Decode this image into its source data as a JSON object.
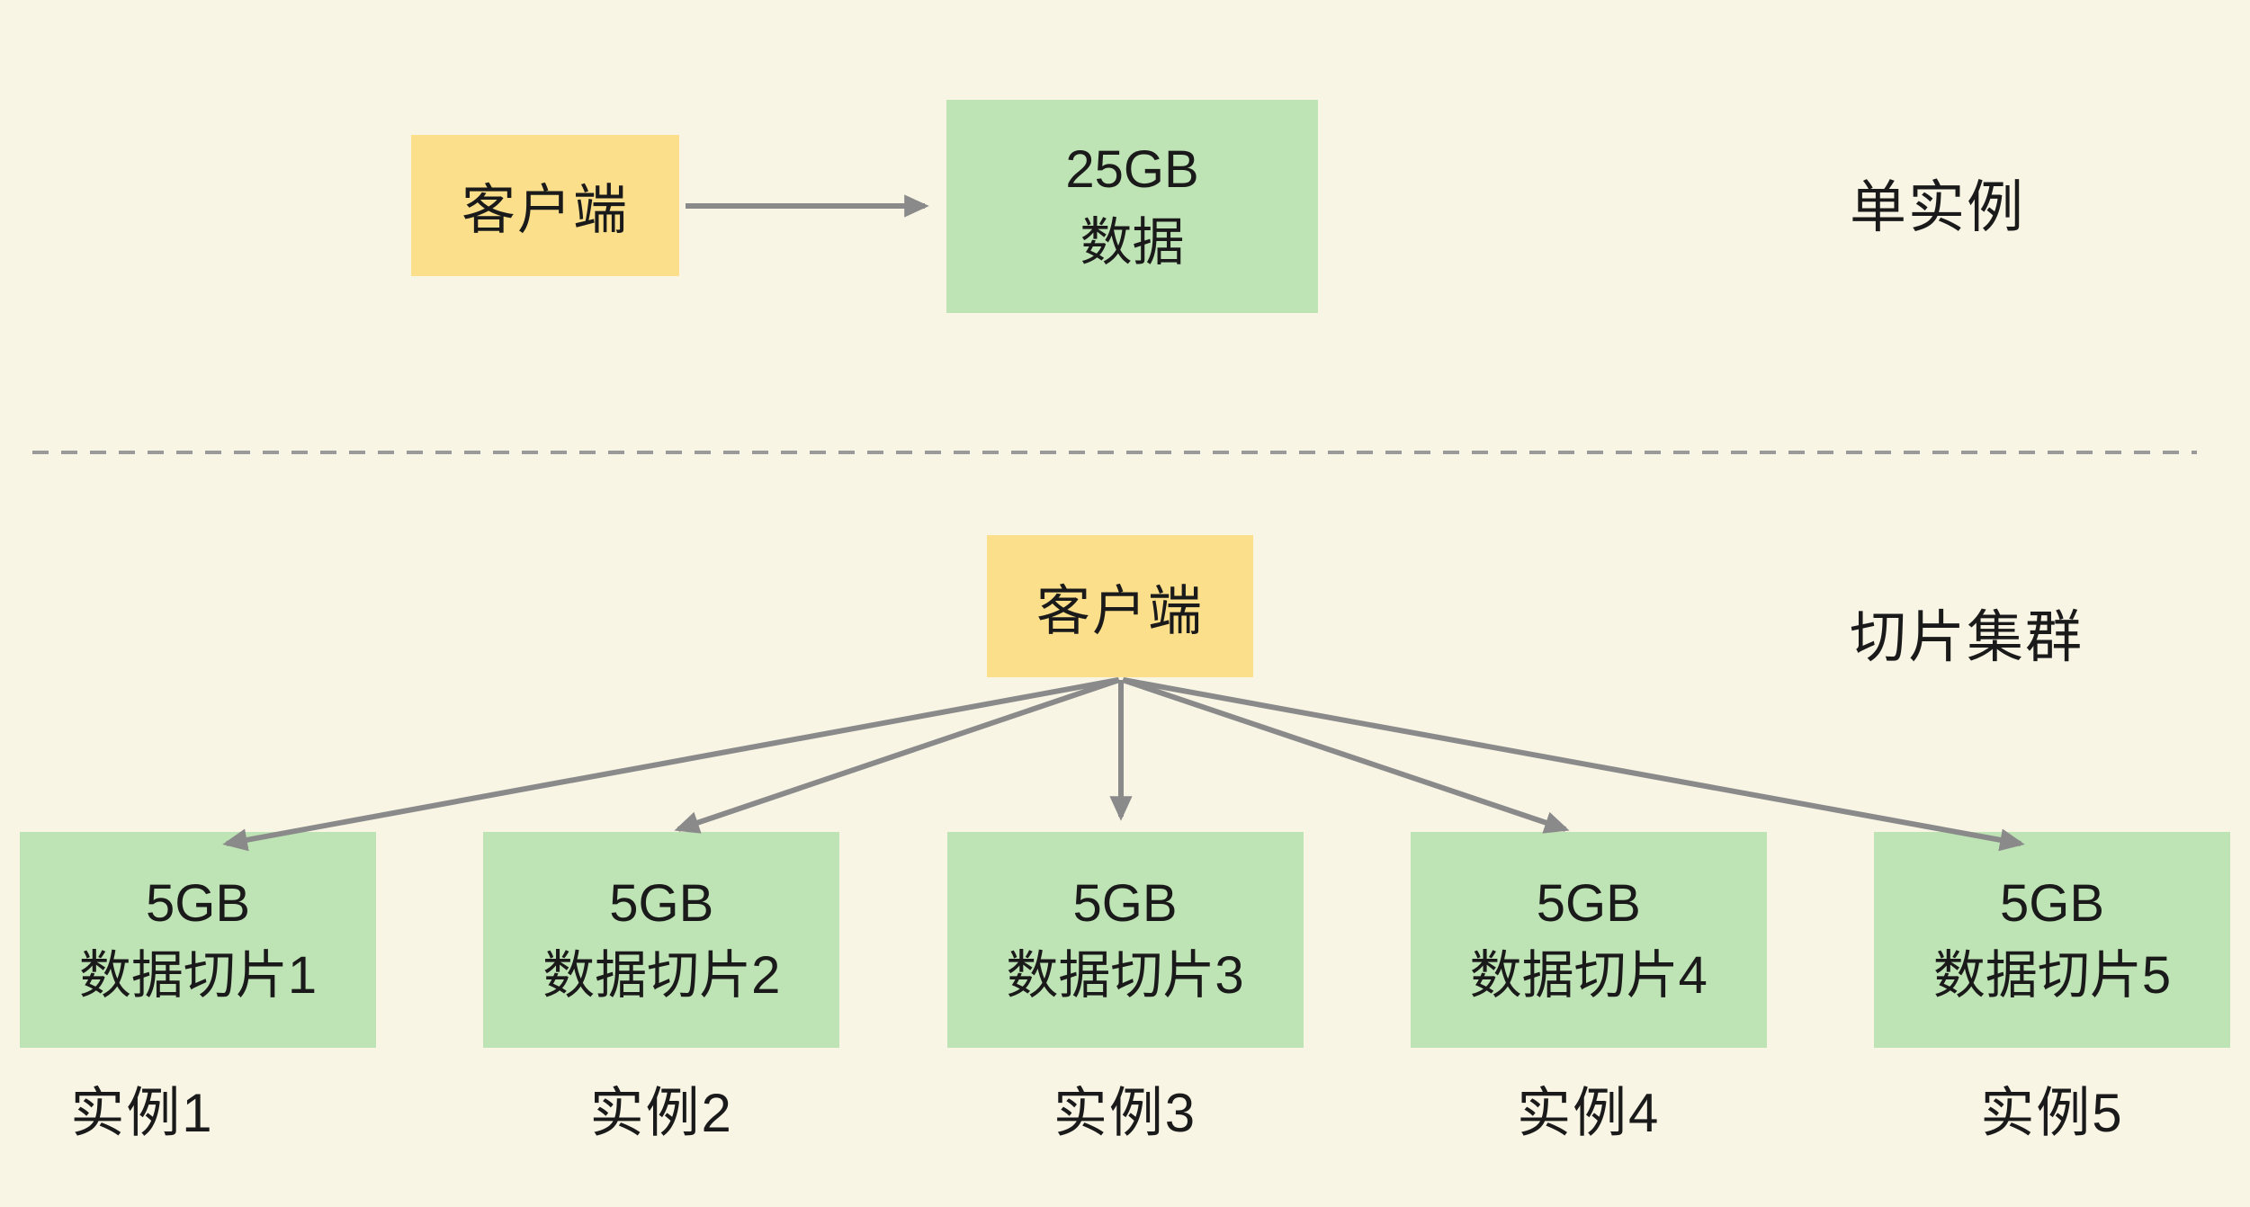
{
  "colors": {
    "background": "#F8F5E5",
    "client_box": "#FBDF8A",
    "data_box": "#BEE3B4",
    "arrow": "#8A8A8A",
    "divider": "#9A9A9A",
    "text": "#1A1A1A"
  },
  "top_section": {
    "client_label": "客户端",
    "data_box": {
      "line1": "25GB",
      "line2": "数据"
    },
    "side_label": "单实例"
  },
  "bottom_section": {
    "client_label": "客户端",
    "side_label": "切片集群",
    "shards": [
      {
        "size": "5GB",
        "name": "数据切片1",
        "instance": "实例1"
      },
      {
        "size": "5GB",
        "name": "数据切片2",
        "instance": "实例2"
      },
      {
        "size": "5GB",
        "name": "数据切片3",
        "instance": "实例3"
      },
      {
        "size": "5GB",
        "name": "数据切片4",
        "instance": "实例4"
      },
      {
        "size": "5GB",
        "name": "数据切片5",
        "instance": "实例5"
      }
    ]
  }
}
